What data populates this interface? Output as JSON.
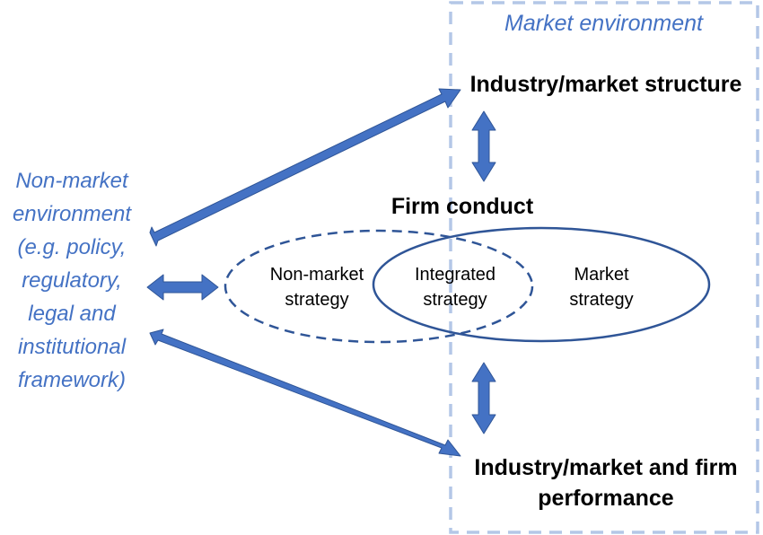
{
  "market_environment": {
    "title": "Market environment"
  },
  "non_market_environment": {
    "lines": [
      "Non-market",
      "environment",
      "(e.g. policy,",
      "regulatory,",
      "legal and",
      "institutional",
      "framework)"
    ]
  },
  "industry_market_structure": "Industry/market structure",
  "firm_conduct": {
    "title": "Firm conduct",
    "non_market_strategy": [
      "Non-market",
      "strategy"
    ],
    "integrated_strategy": [
      "Integrated",
      "strategy"
    ],
    "market_strategy": [
      "Market",
      "strategy"
    ]
  },
  "performance": [
    "Industry/market and firm",
    "performance"
  ],
  "colors": {
    "accent": "#4472C4",
    "frame_dash": "#B4C7E7",
    "oval_stroke": "#2F5597",
    "text": "#000000"
  }
}
